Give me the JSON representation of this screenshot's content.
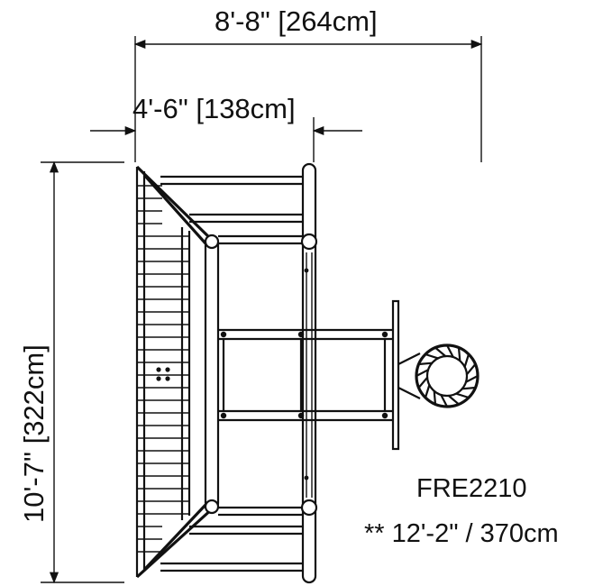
{
  "dimensions": {
    "width": "8'-8\" [264cm]",
    "depth": "4'-6\" [138cm]",
    "height": "10'-7\" [322cm]"
  },
  "model": {
    "code": "FRE2210",
    "overall": "** 12'-2\" / 370cm"
  },
  "colors": {
    "line": "#111111",
    "background": "#ffffff"
  }
}
